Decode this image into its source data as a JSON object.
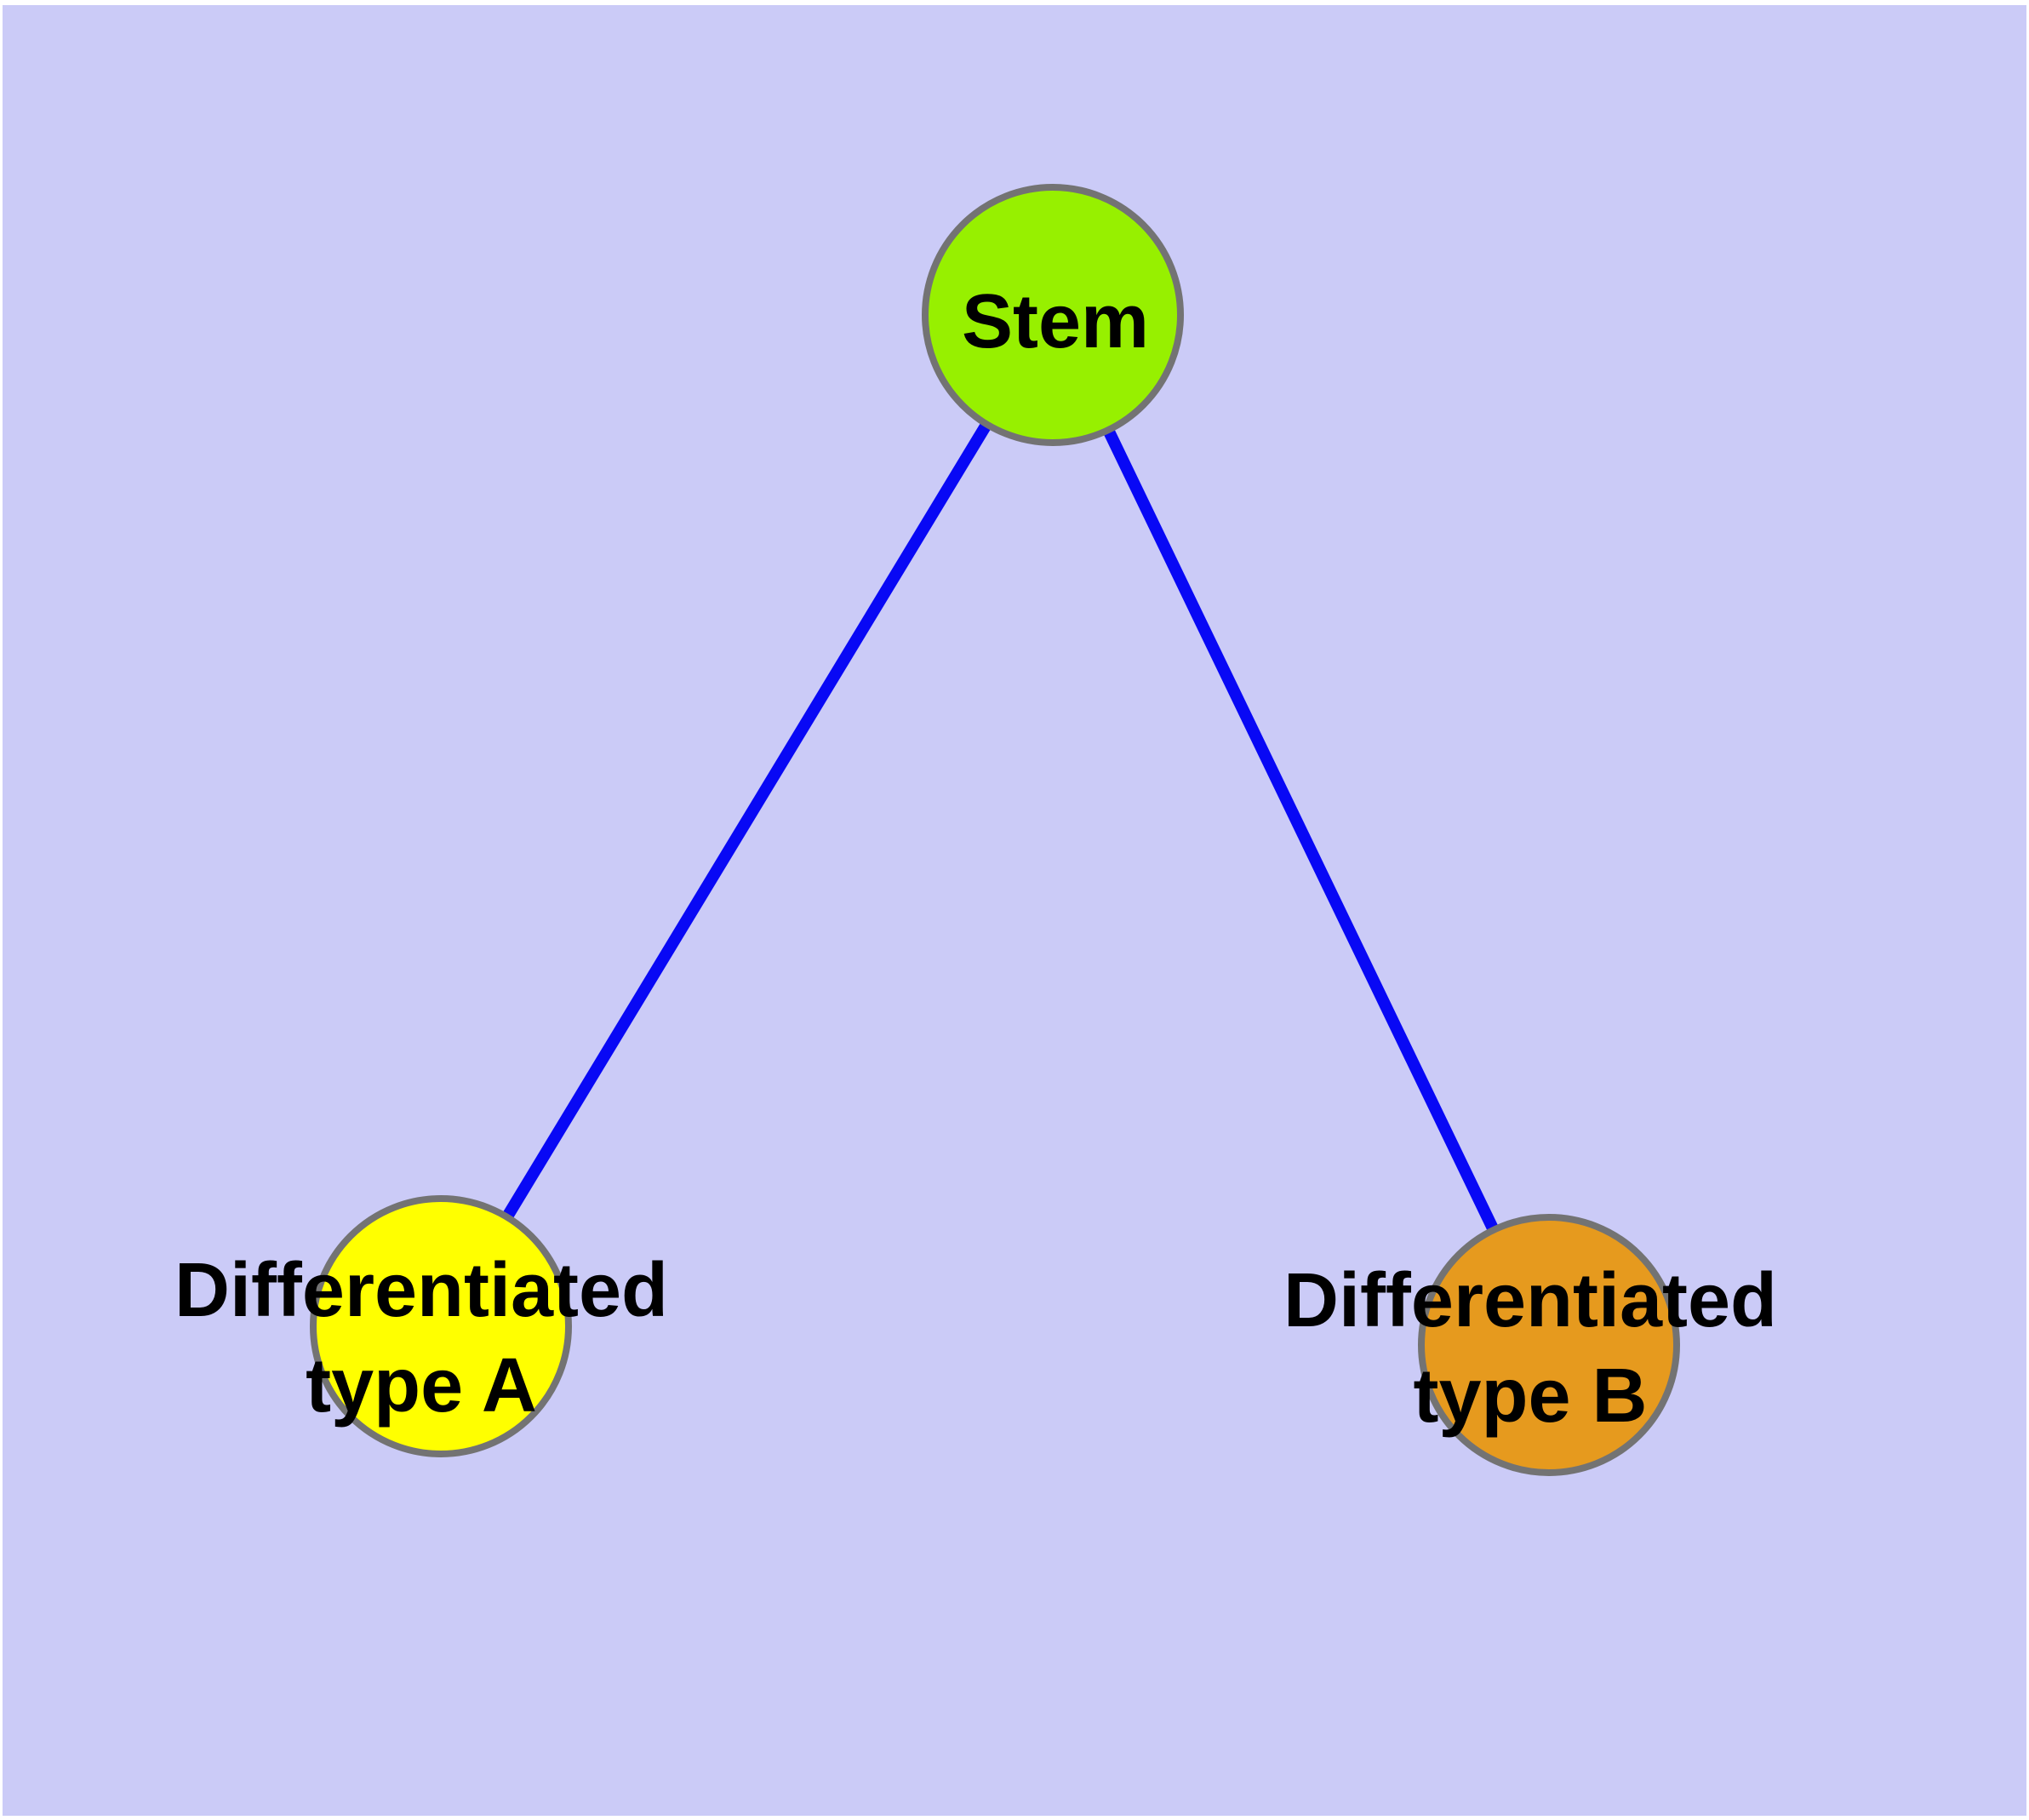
{
  "diagram": {
    "type": "graph",
    "background_color": "#CBCBF7",
    "outer_margin_color": "#FFFFFF",
    "edge_color": "#0808F5",
    "node_border_color": "#737373",
    "label_color": "#000000",
    "nodes": [
      {
        "id": "stem",
        "label": "Stem",
        "lines": [
          "Stem"
        ],
        "fill": "#97F000"
      },
      {
        "id": "type-a",
        "label": "Differentiated type A",
        "lines": [
          "Differentiated",
          "type A"
        ],
        "fill": "#FFFF00"
      },
      {
        "id": "type-b",
        "label": "Differentiated type B",
        "lines": [
          "Differentiated",
          "type B"
        ],
        "fill": "#E69A1E"
      }
    ],
    "edges": [
      {
        "from": "Stem",
        "to": "Differentiated type A"
      },
      {
        "from": "Stem",
        "to": "Differentiated type B"
      }
    ]
  }
}
